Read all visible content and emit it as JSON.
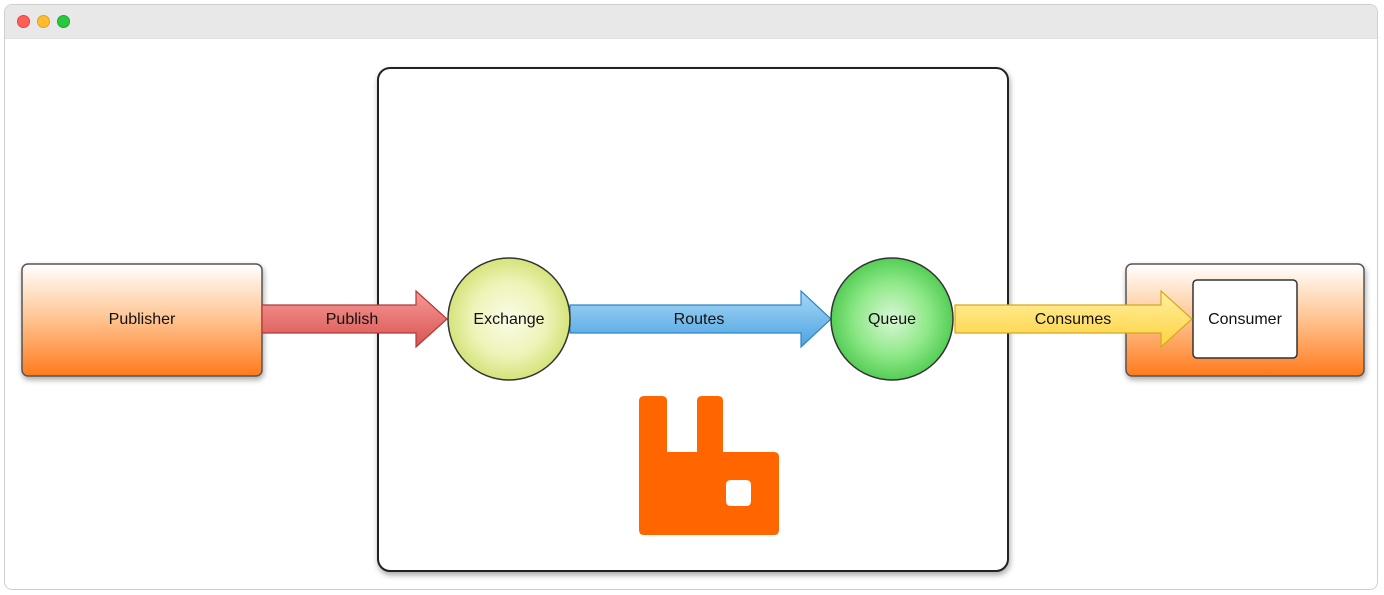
{
  "nodes": {
    "publisher": "Publisher",
    "exchange": "Exchange",
    "queue": "Queue",
    "consumer": "Consumer"
  },
  "edges": {
    "publish": "Publish",
    "routes": "Routes",
    "consumes": "Consumes"
  },
  "icons": {
    "broker_logo": "rabbitmq-logo-icon"
  },
  "colors": {
    "publisher_box_top": "#ffffff",
    "publisher_box_bottom": "#ff7f24",
    "publish_arrow": "#e0605f",
    "routes_arrow": "#5aaee6",
    "consumes_arrow": "#ffd54a",
    "exchange_fill": "#d9e87a",
    "queue_fill": "#55d35a",
    "logo": "#ff6600"
  }
}
